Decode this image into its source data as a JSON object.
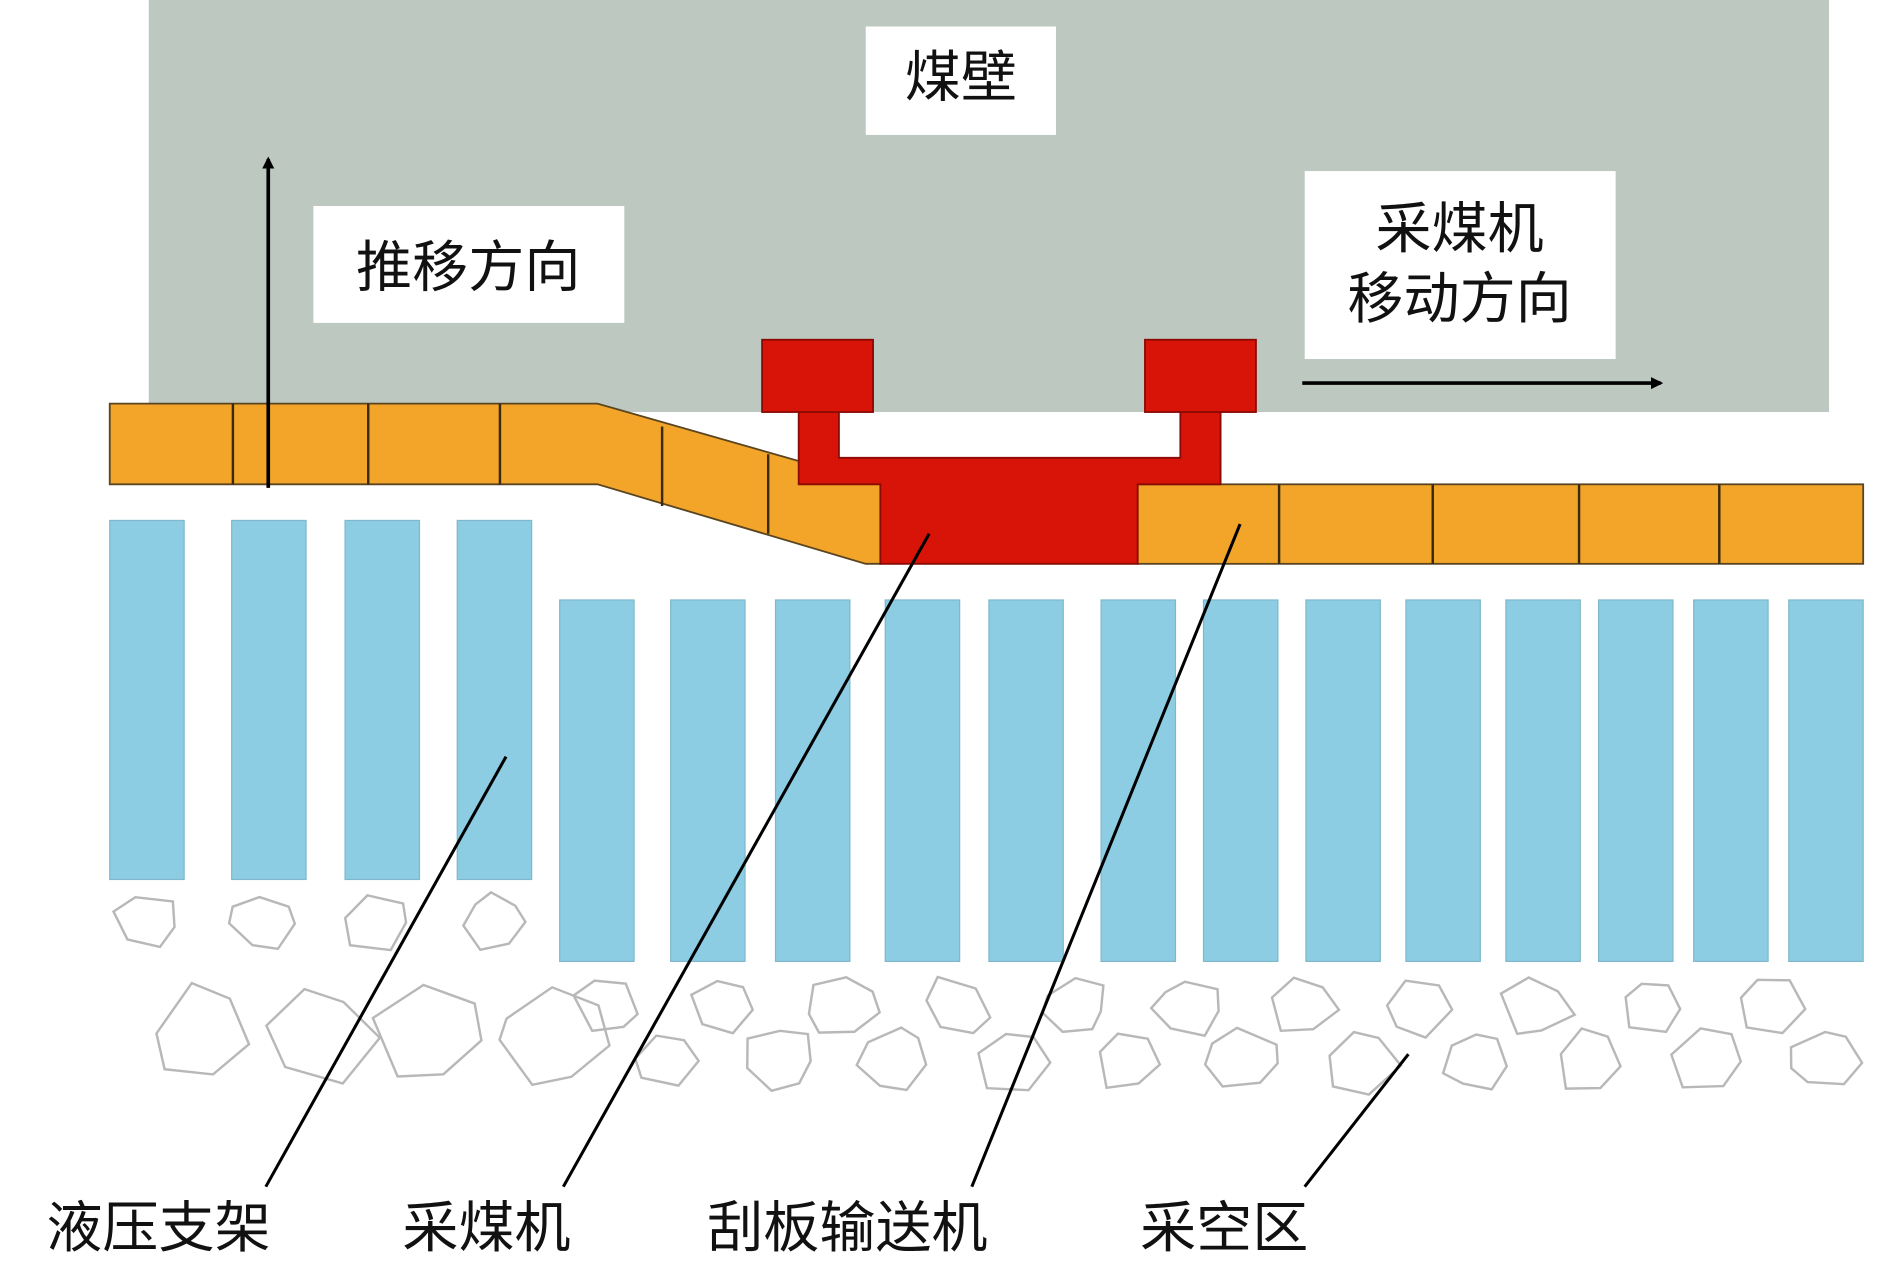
{
  "labels": {
    "coal_wall": "煤壁",
    "advance_direction": "推移方向",
    "shearer_direction_line1": "采煤机",
    "shearer_direction_line2": "移动方向",
    "hydraulic_support": "液压支架",
    "shearer": "采煤机",
    "scraper_conveyor": "刮板输送机",
    "goaf": "采空区"
  },
  "colors": {
    "coal_wall": "#bcc8c0",
    "conveyor": "#f3a52a",
    "shearer": "#d81408",
    "support": "#8dcde3",
    "rubble": "#b8b8b8"
  }
}
